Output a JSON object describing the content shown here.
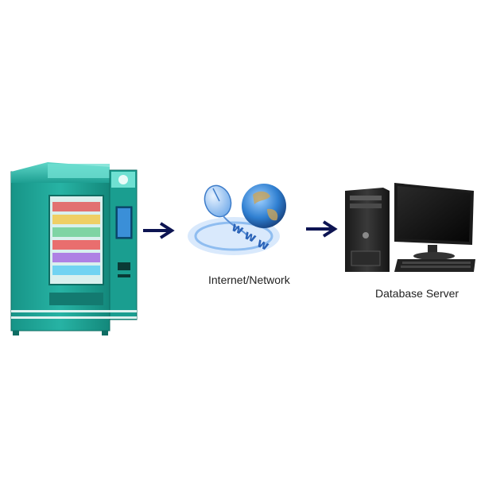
{
  "diagram": {
    "nodes": [
      {
        "id": "vending-machine",
        "label": "",
        "icon": "vending-machine-icon"
      },
      {
        "id": "internet",
        "label": "Internet/Network",
        "icon": "www-globe-mouse-icon"
      },
      {
        "id": "server",
        "label": "Database Server",
        "icon": "desktop-computer-icon"
      }
    ],
    "edges": [
      {
        "from": "vending-machine",
        "to": "internet",
        "icon": "arrow-right-icon"
      },
      {
        "from": "internet",
        "to": "server",
        "icon": "arrow-right-icon"
      }
    ]
  },
  "colors": {
    "machine_body": "#1fa89a",
    "machine_dark": "#137a70",
    "arrow": "#0d1452",
    "globe": "#2f7fd1"
  }
}
